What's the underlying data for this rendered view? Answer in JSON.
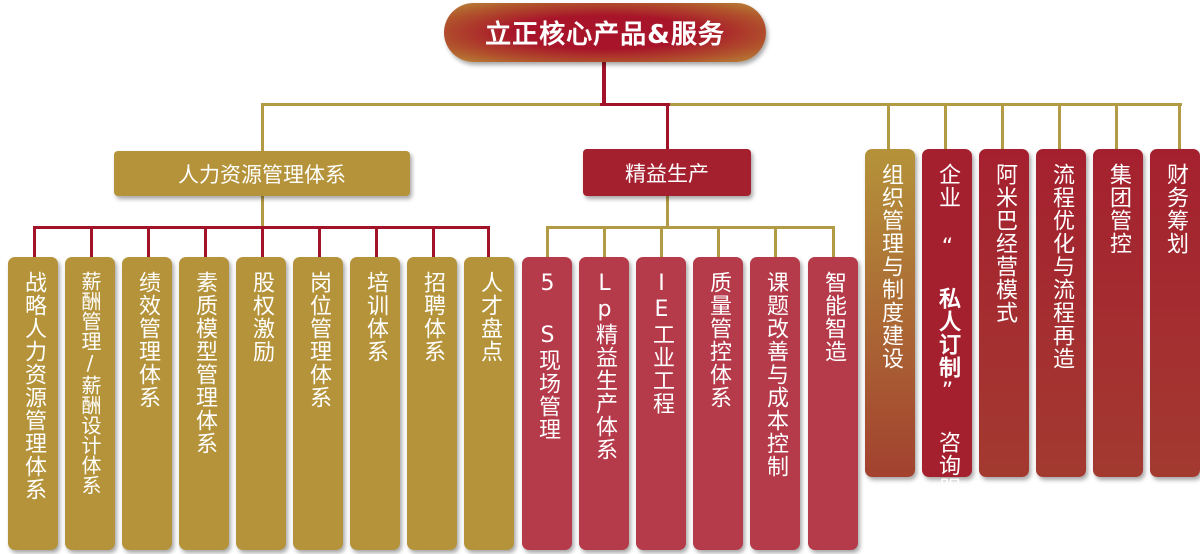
{
  "root": {
    "label": "立正核心产品&服务"
  },
  "hr": {
    "label": "人力资源管理体系",
    "children": [
      "战略人力资源管理体系",
      "薪酬管理/薪酬设计体系",
      "绩效管理体系",
      "素质模型管理体系",
      "股权激励",
      "岗位管理体系",
      "培训体系",
      "招聘体系",
      "人才盘点"
    ]
  },
  "lean": {
    "label": "精益生产",
    "children": [
      "5 S现场管理",
      "Lp精益生产体系",
      "IE工业工程",
      "质量管控体系",
      "课题改善与成本控制",
      "智能智造"
    ]
  },
  "others": [
    {
      "label": "组织管理与制度建设"
    },
    {
      "pre": "企业 “ ",
      "bold": "私人订制",
      "post": "” 咨询服务"
    },
    {
      "label": "阿米巴经营模式"
    },
    {
      "label": "流程优化与流程再造"
    },
    {
      "label": "集团管控"
    },
    {
      "label": "财务筹划"
    }
  ],
  "colors": {
    "gold": "#b5933a",
    "red": "#a5202f",
    "leaf_red": "#b53a4a",
    "line_red": "#a2132a",
    "line_gold": "#b39a45"
  }
}
